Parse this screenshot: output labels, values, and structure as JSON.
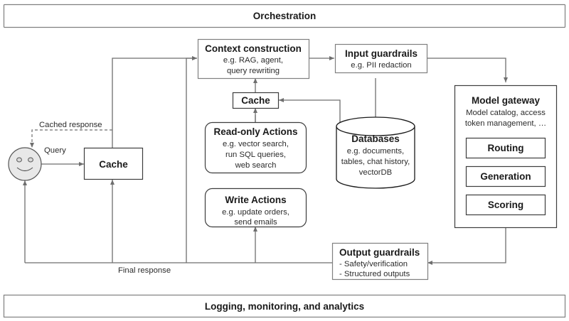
{
  "bands": {
    "top": {
      "label": "Orchestration"
    },
    "bottom": {
      "label": "Logging, monitoring, and analytics"
    }
  },
  "nodes": {
    "user": {
      "name": "user-face",
      "icon": "smiley-face-icon"
    },
    "query_cache": {
      "title": "Cache"
    },
    "context_construction": {
      "title": "Context construction",
      "line1": "e.g. RAG, agent,",
      "line2": "query rewriting"
    },
    "input_guardrails": {
      "title": "Input guardrails",
      "line1": "e.g. PII redaction"
    },
    "mid_cache": {
      "title": "Cache"
    },
    "read_only_actions": {
      "title": "Read-only Actions",
      "line1": "e.g. vector search,",
      "line2": "run SQL queries,",
      "line3": "web search"
    },
    "write_actions": {
      "title": "Write Actions",
      "line1": "e.g. update orders,",
      "line2": "send emails"
    },
    "databases": {
      "title": "Databases",
      "line1": "e.g. documents,",
      "line2": "tables, chat history,",
      "line3": "vectorDB"
    },
    "model_gateway": {
      "title": "Model gateway",
      "line1": "Model catalog, access",
      "line2": "token management, …",
      "sub_boxes": [
        {
          "label": "Routing"
        },
        {
          "label": "Generation"
        },
        {
          "label": "Scoring"
        }
      ]
    },
    "output_guardrails": {
      "title": "Output guardrails",
      "line1": "- Safety/verification",
      "line2": "- Structured outputs"
    }
  },
  "edge_labels": {
    "query": "Query",
    "cached_response": "Cached response",
    "final_response": "Final response"
  },
  "colors": {
    "background": "#ffffff",
    "box_stroke": "#808080",
    "box_stroke_dark": "#3d3d3d",
    "connector": "#6e6e6e",
    "text": "#1a1a1a",
    "face_fill": "#e8e8e8"
  }
}
